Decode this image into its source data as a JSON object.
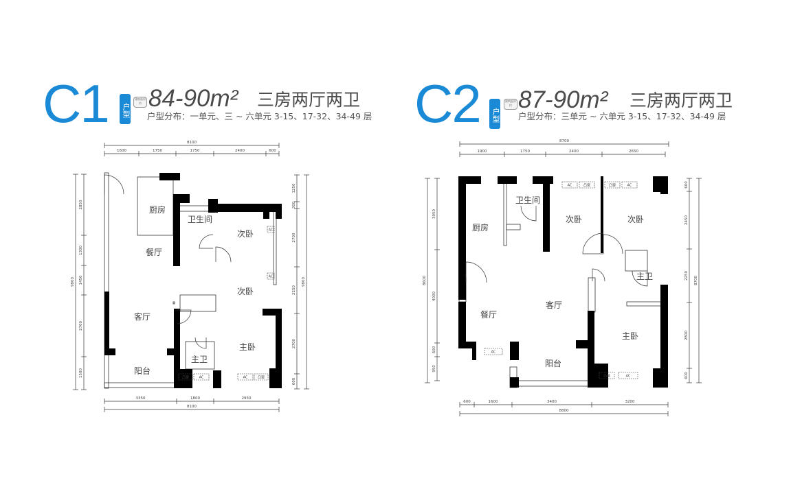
{
  "units": [
    {
      "code": "C1",
      "badge": "户型",
      "mini_badge": "建筑面积约",
      "area": "84-90m²",
      "rooms": "三房两厅两卫",
      "distribution": "户型分布：一单元、三 ~ 六单元 3-15、17-32、34-49 层",
      "room_labels": [
        "厨房",
        "卫生间",
        "次卧",
        "餐厅",
        "次卧",
        "客厅",
        "主卧",
        "主卫",
        "阳台"
      ],
      "dims_top_total": "8100",
      "dims_top": [
        "1600",
        "1750",
        "1750",
        "2400",
        "600"
      ],
      "dims_bottom": [
        "3350",
        "1800",
        "2950"
      ],
      "dims_bottom_total": "8100",
      "dims_left": [
        "2850",
        "1300",
        "1450",
        "2700",
        "1500"
      ],
      "dims_left_total": "9800",
      "dims_right": [
        "1250",
        "300",
        "2700",
        "2250",
        "2700",
        "600"
      ],
      "dims_right_total": "9800",
      "fixtures": [
        "AC",
        "AC",
        "AC",
        "凸窗",
        "AC",
        "凸窗"
      ]
    },
    {
      "code": "C2",
      "badge": "户型",
      "mini_badge": "建筑面积约",
      "area": "87-90m²",
      "rooms": "三房两厅两卫",
      "distribution": "户型分布：三单元 ~ 六单元 3-15、17-32、34-49 层",
      "room_labels": [
        "卫生间",
        "厨房",
        "次卧",
        "次卧",
        "主卫",
        "客厅",
        "餐厅",
        "主卧",
        "阳台"
      ],
      "dims_top_total": "8700",
      "dims_top": [
        "1900",
        "1750",
        "2400",
        "2650"
      ],
      "dims_bottom": [
        "600",
        "1600",
        "3400",
        "3200"
      ],
      "dims_bottom_total": "8800",
      "dims_left": [
        "3050",
        "4000",
        "600",
        "950"
      ],
      "dims_left_total": "8600",
      "dims_right": [
        "600",
        "2450",
        "2250",
        "2800",
        "600"
      ],
      "dims_right_total": "8700",
      "fixtures": [
        "AC",
        "凸窗",
        "凸窗",
        "AC",
        "AC",
        "凸窗",
        "AC"
      ]
    }
  ],
  "colors": {
    "accent": "#1a8ad6",
    "wall": "#000000",
    "text": "#4a4a4a"
  }
}
